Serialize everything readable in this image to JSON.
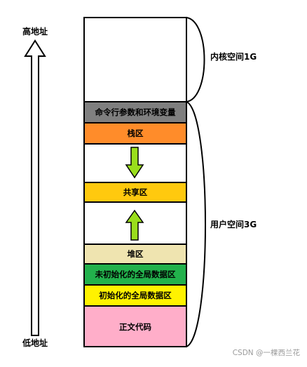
{
  "labels": {
    "high_address": "高地址",
    "low_address": "低地址",
    "kernel_space": "内核空间1G",
    "user_space": "用户空间3G"
  },
  "segments": [
    {
      "key": "kernel",
      "label": "",
      "color": "#ffffff"
    },
    {
      "key": "cmdline_env",
      "label": "命令行参数和环境变量",
      "color": "#7f7f7f"
    },
    {
      "key": "stack",
      "label": "栈区",
      "color": "#ff8c2a"
    },
    {
      "key": "gap_top",
      "label": "",
      "color": "#ffffff"
    },
    {
      "key": "shared",
      "label": "共享区",
      "color": "#ffc90e"
    },
    {
      "key": "gap_bottom",
      "label": "",
      "color": "#ffffff"
    },
    {
      "key": "heap",
      "label": "堆区",
      "color": "#efe4b0"
    },
    {
      "key": "bss",
      "label": "未初始化的全局数据区",
      "color": "#22b14c"
    },
    {
      "key": "data",
      "label": "初始化的全局数据区",
      "color": "#fff200"
    },
    {
      "key": "text",
      "label": "正文代码",
      "color": "#ffaec9"
    }
  ],
  "colors": {
    "arrow_green": "#9ade1c",
    "outline": "#000000"
  },
  "watermark": "CSDN @一棵西兰花"
}
